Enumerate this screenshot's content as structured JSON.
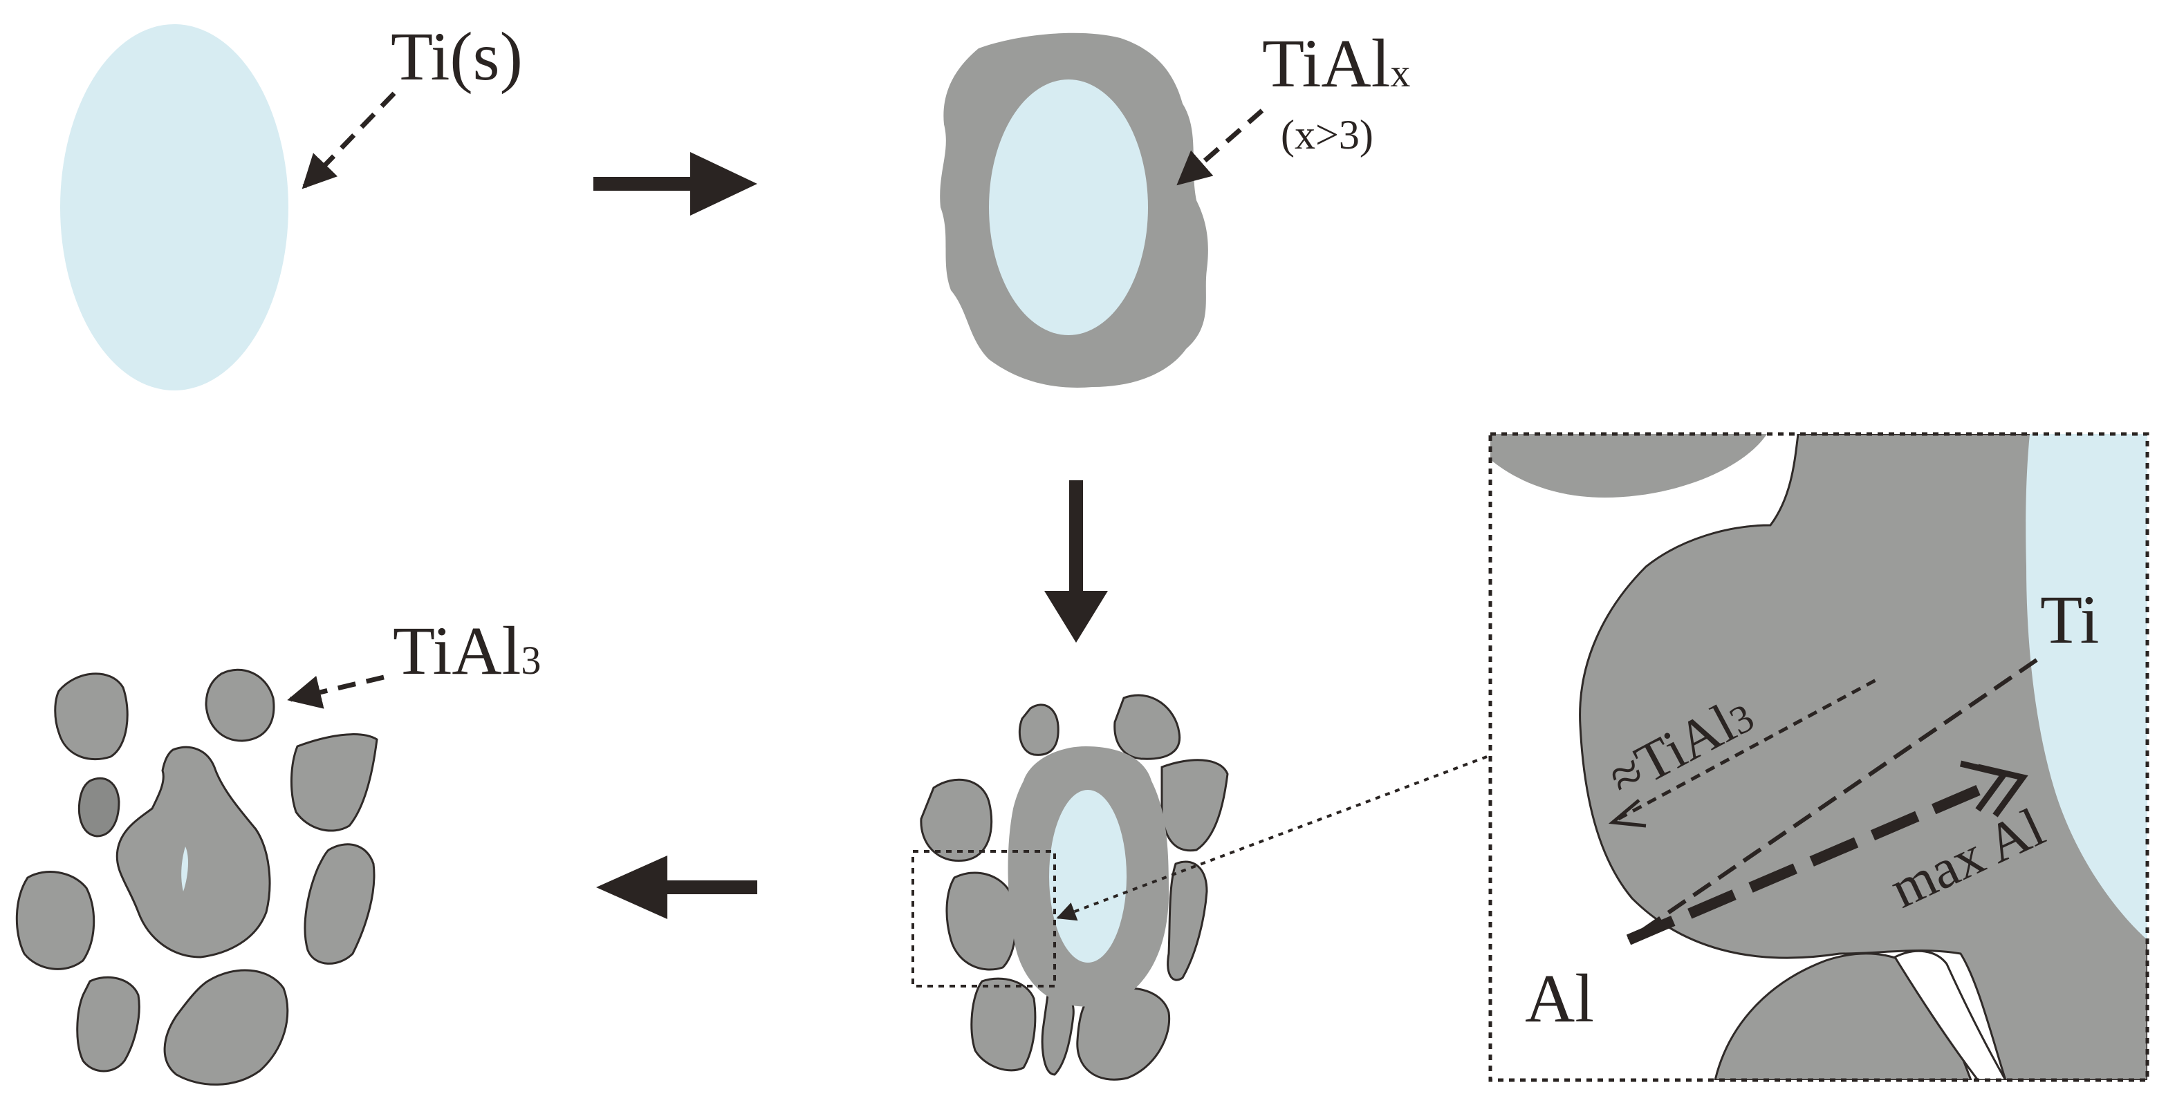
{
  "labels": {
    "ti_s": "Ti(s)",
    "tialx_main": "TiAl",
    "tialx_sub": "x",
    "tialx_cond": "(x>3)",
    "tial3_main": "TiAl",
    "tial3_sub": "3",
    "ti": "Ti",
    "approx_tial3_main": "≈TiAl",
    "approx_tial3_sub": "3",
    "max_al": "max Al",
    "al": "Al"
  },
  "colors": {
    "titanium": "#d7ecf2",
    "intermetallic": "#9b9c9a",
    "arrow": "#2a2422"
  }
}
